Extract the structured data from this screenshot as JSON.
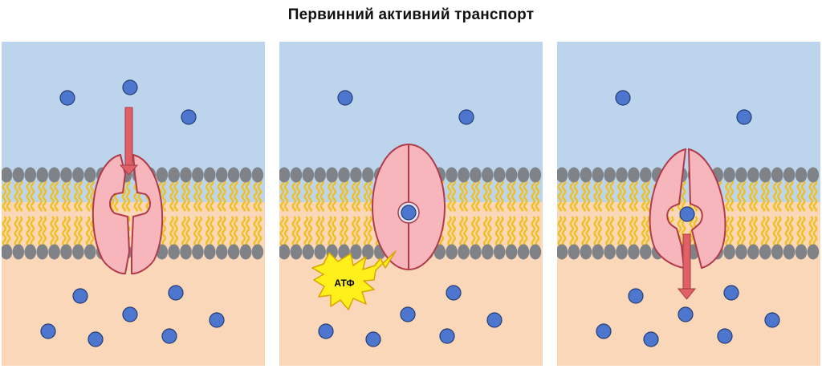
{
  "title": "Первинний активний транспорт",
  "colors": {
    "extracellular": "#bcd5ec",
    "cytoplasm": "#f9d7b8",
    "lipid_tail": "#f2c01e",
    "lipid_head": "#7f8388",
    "protein_fill": "#f7b6bb",
    "protein_stroke": "#b03a4a",
    "arrow": "#df6066",
    "molecule": "#4d76cf",
    "atp_burst": "#ffef1a"
  },
  "panels": [
    {
      "stage": "binding",
      "arrow": "down-into-carrier"
    },
    {
      "stage": "phosphorylation",
      "atp_label": "АТФ"
    },
    {
      "stage": "release",
      "arrow": "down-to-cytoplasm"
    }
  ]
}
